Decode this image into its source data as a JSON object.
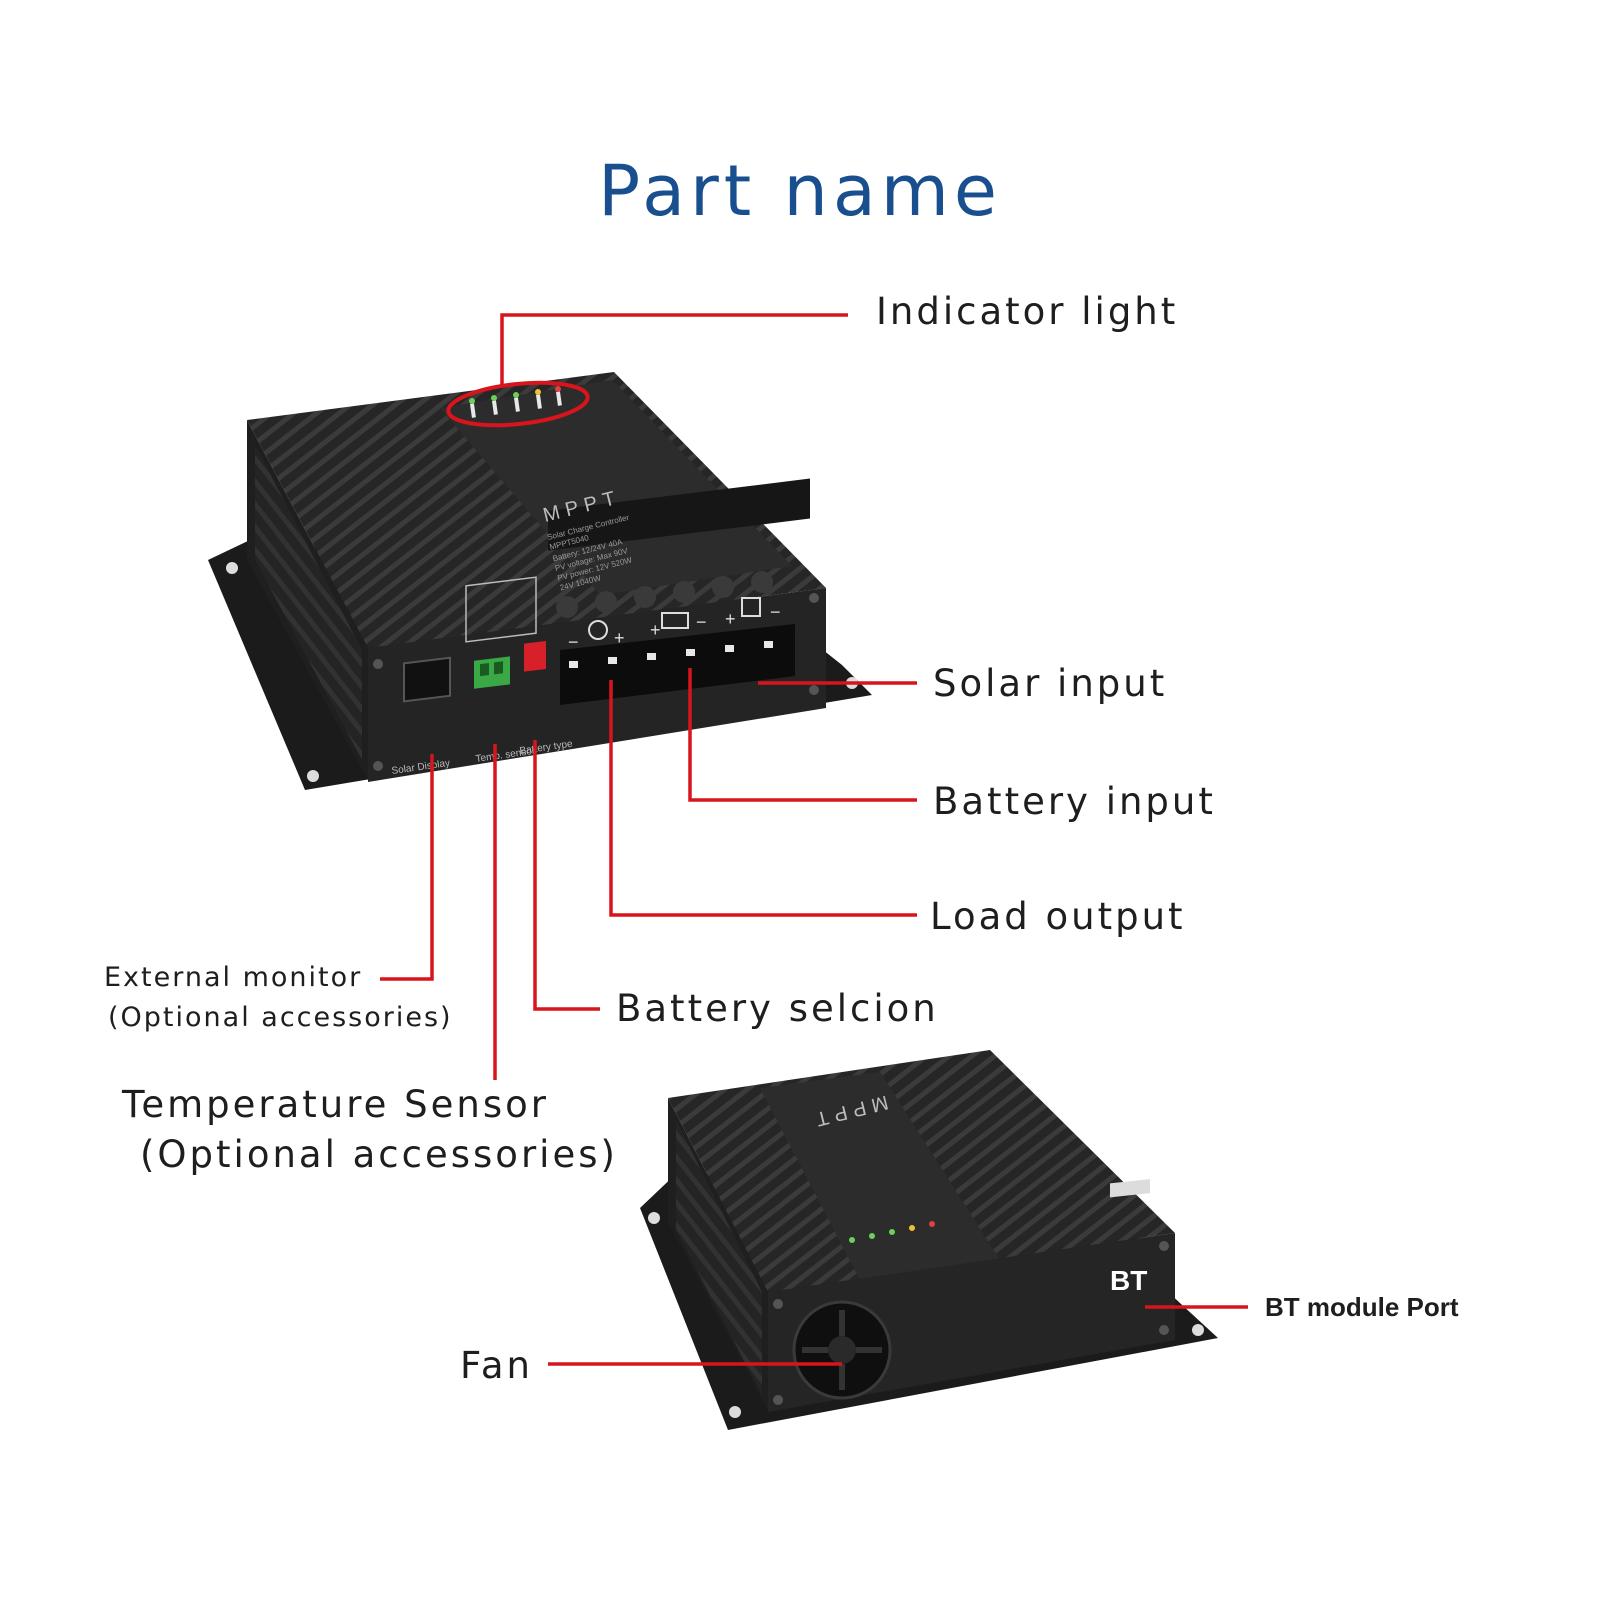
{
  "title": "Part name",
  "labels": {
    "indicator_light": "Indicator light",
    "solar_input": "Solar input",
    "battery_input": "Battery input",
    "load_output": "Load output",
    "external_monitor": "External monitor",
    "external_monitor_note": "(Optional accessories)",
    "battery_selection": "Battery selcion",
    "temperature_sensor": "Temperature Sensor",
    "temperature_sensor_note": "(Optional accessories)",
    "fan": "Fan",
    "bt_module_port": "BT module Port"
  },
  "device": {
    "brand": "MPPT",
    "panel_lines": [
      "Solar Charge Controller",
      "MPPT5040",
      "Battery: 12/24V 40A",
      "PV voltage: Max 90V",
      "PV power: 12V 520W",
      "24V 1040W"
    ],
    "port_solar_display": "Solar Display",
    "port_temp_sensor": "Temp. sensor",
    "port_battery_type": "Battery type",
    "bt_badge": "BT"
  },
  "colors": {
    "title": "#1a4f8f",
    "leader": "#d8141c",
    "text": "#1e1e1e",
    "device": "#232323"
  }
}
